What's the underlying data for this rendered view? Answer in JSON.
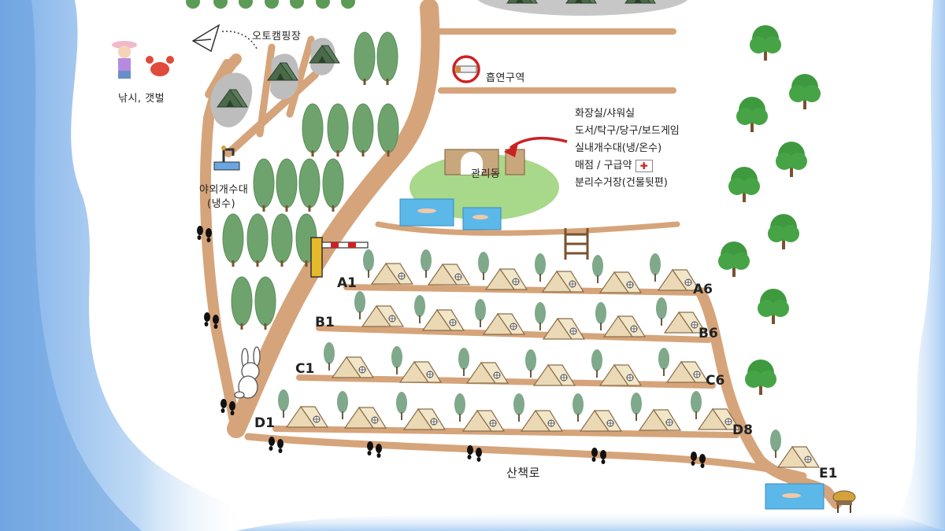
{
  "labels": {
    "auto_camping": "오토캠핑장",
    "fishing": "낚시, 갯벌",
    "no_smoking": "흡연구역",
    "office": "관리동",
    "sink": "야외개수대",
    "sink_note": "(냉수)",
    "walkway": "산책로"
  },
  "facilities": [
    "화장실/샤워실",
    "도서/탁구/당구/보드게임",
    "실내개수대(냉/온수)",
    "매점 / 구급약",
    "분리수거장(건물뒷편)"
  ],
  "site_labels": {
    "a1": "A1",
    "a6": "A6",
    "b1": "B1",
    "b6": "B6",
    "c1": "C1",
    "c6": "C6",
    "d1": "D1",
    "d8": "D8",
    "e1": "E1"
  },
  "colors": {
    "road": "#d6a47a",
    "lawn": "#a8d88a",
    "pool": "#5bb8e8",
    "tree": "#3f9a3f",
    "cypress": "#6ea36e",
    "tent": "#ead9b4",
    "water_border": "#6aa6e0",
    "arrow": "#cc2222"
  }
}
